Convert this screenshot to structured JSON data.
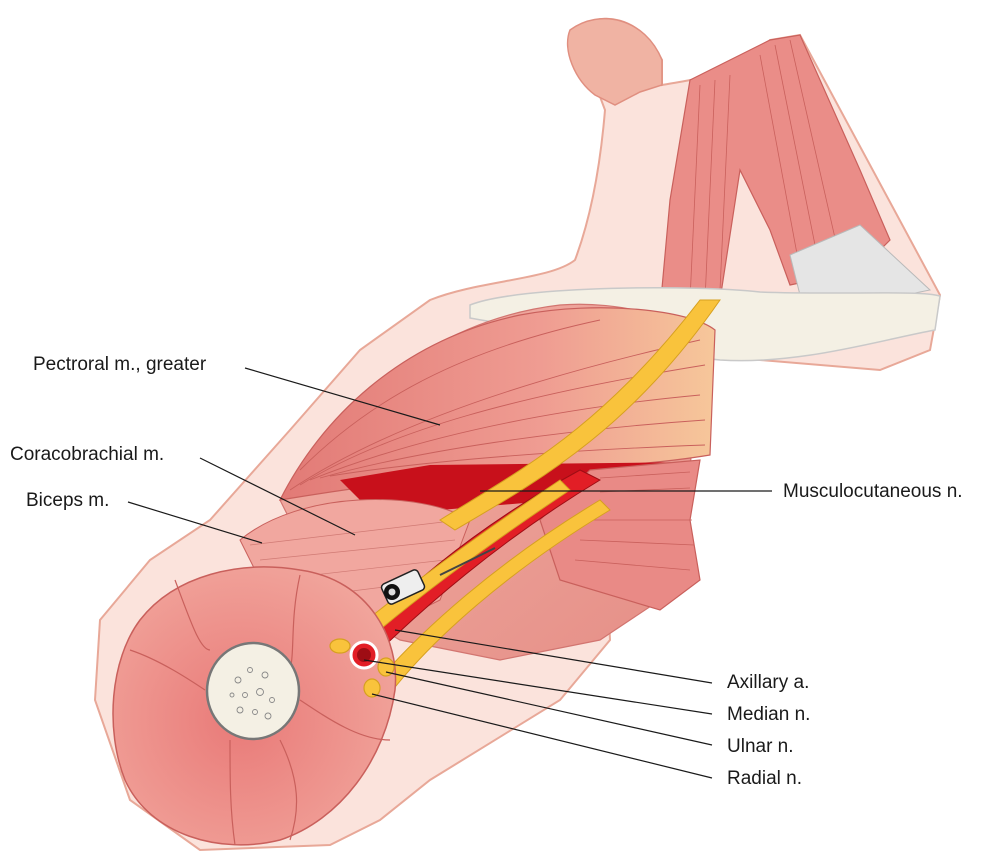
{
  "labels": {
    "pectoral": "Pectroral m., greater",
    "coracobrachial": "Coracobrachial m.",
    "biceps": "Biceps m.",
    "musculocutaneous": "Musculocutaneous n.",
    "axillary": "Axillary a.",
    "median": "Median n.",
    "ulnar": "Ulnar n.",
    "radial": "Radial n."
  },
  "colors": {
    "skin": "#fbe3dc",
    "skin_edge": "#e8a898",
    "muscle": "#e98a86",
    "muscle_dark": "#c9605c",
    "muscle_light": "#f2b3ab",
    "artery": "#e21e26",
    "nerve": "#f9c33c",
    "bone": "#f4f0e4",
    "tendon": "#e5e5e5"
  }
}
